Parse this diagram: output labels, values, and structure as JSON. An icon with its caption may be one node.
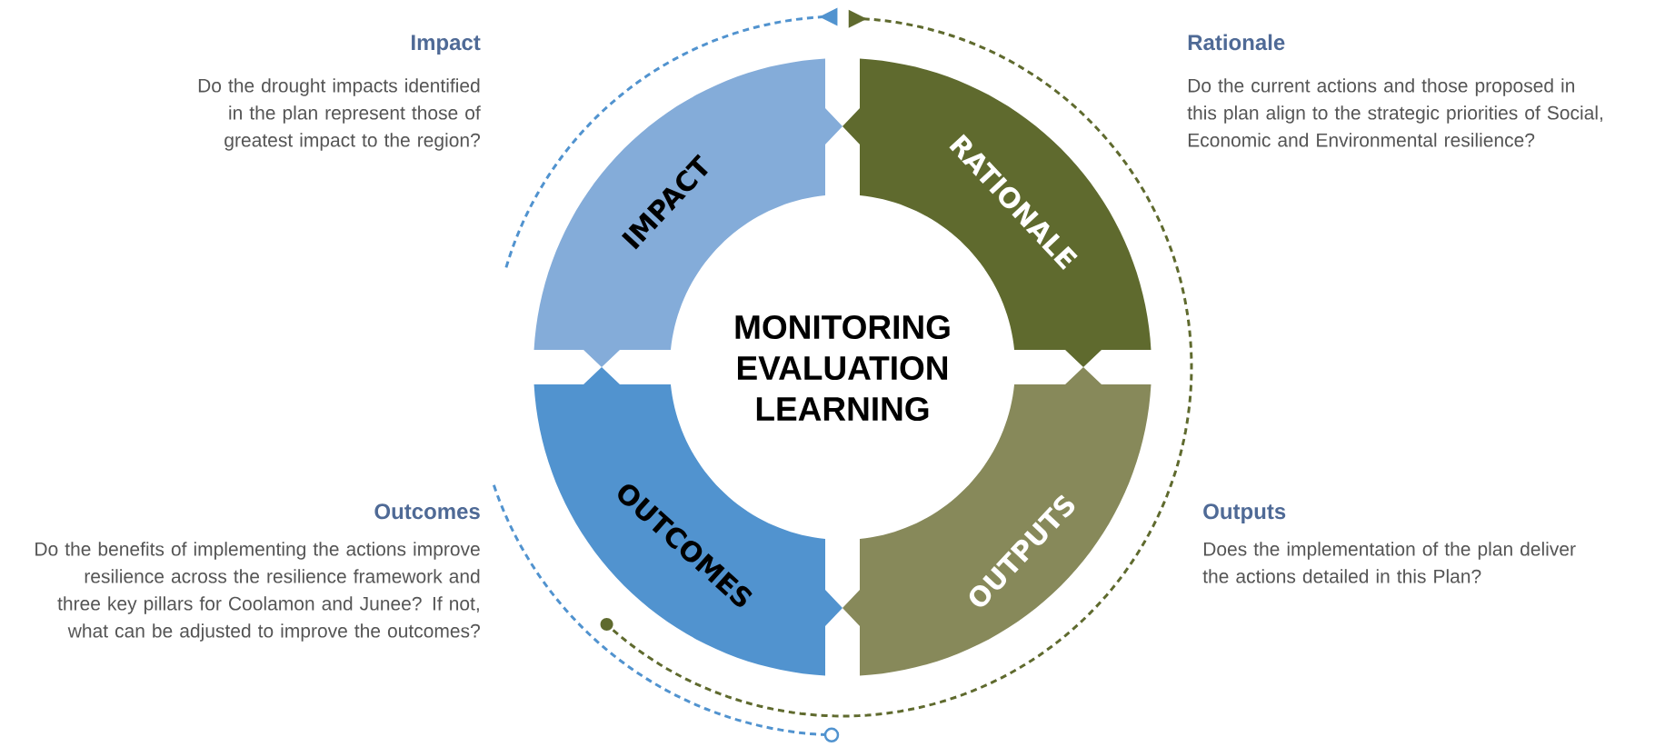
{
  "diagram": {
    "nodes": [
      {
        "text": [
          "IMPACT"
        ],
        "beside": [
          "Impact",
          "Do the drought impacts identified in the plan represent those of greatest impact to the region?"
        ]
      },
      {
        "text": [
          "RATIONALE"
        ],
        "beside": [
          "Rationale",
          "Do the current actions and those proposed in this plan align to the strategic priorities of Social, Economic and Environmental resilience?"
        ]
      },
      {
        "text": [
          "OUTCOMES"
        ],
        "beside": [
          "Outcomes",
          "Do the benefits of implementing the actions improve resilience across the resilience framework and three key pillars for Coolamon and Junee? If not, what can be adjusted to improve the outcomes?"
        ]
      },
      {
        "text": [
          "OUTPUTS"
        ],
        "beside": [
          "Outputs",
          "Does the implementation of the plan deliver the actions detailed in this Plan?"
        ]
      }
    ],
    "labels": [
      "MONITORING EVALUATION LEARNING"
    ]
  }
}
